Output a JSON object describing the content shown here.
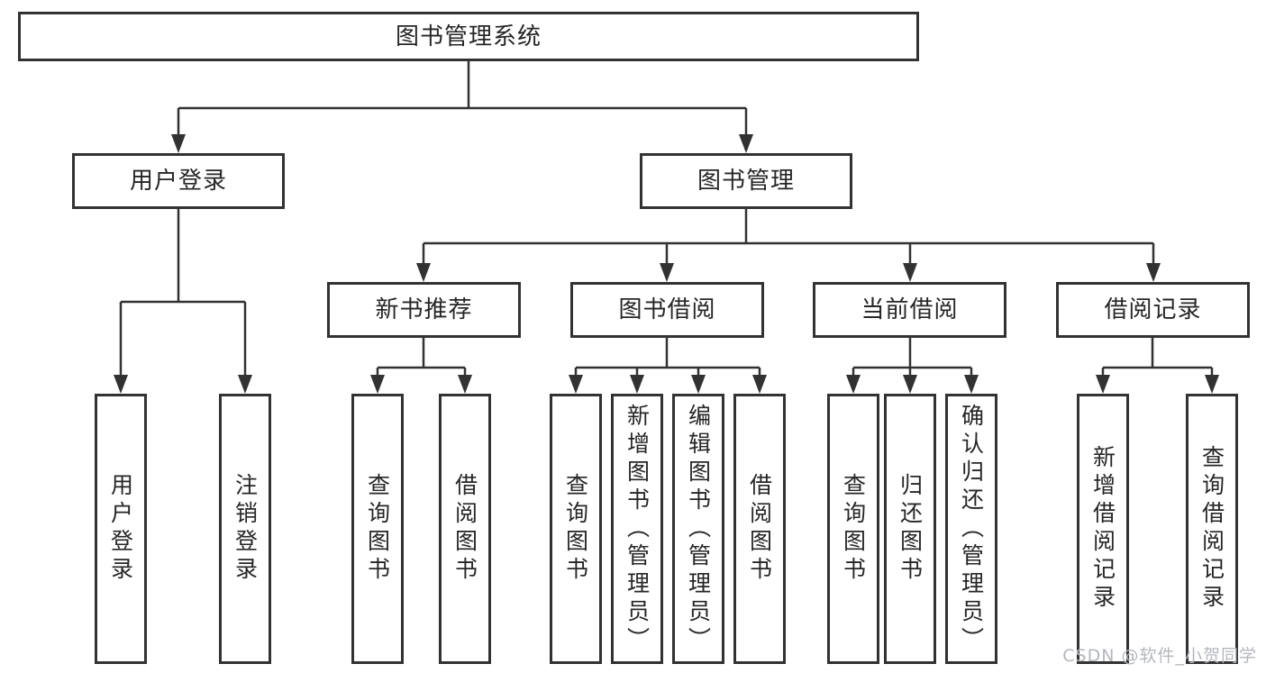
{
  "diagram": {
    "root_label": "图书管理系统",
    "branches": [
      {
        "label": "用户登录",
        "children": [
          "用户登录",
          "注销登录"
        ]
      },
      {
        "label": "图书管理",
        "sections": [
          {
            "label": "新书推荐",
            "children": [
              "查询图书",
              "借阅图书"
            ]
          },
          {
            "label": "图书借阅",
            "children": [
              "查询图书",
              "新增图书（管理员）",
              "编辑图书（管理员）",
              "借阅图书"
            ]
          },
          {
            "label": "当前借阅",
            "children": [
              "查询图书",
              "归还图书",
              "确认归还（管理员）"
            ]
          },
          {
            "label": "借阅记录",
            "children": [
              "新增借阅记录",
              "查询借阅记录"
            ]
          }
        ]
      }
    ]
  },
  "watermark": {
    "text": "CSDN @软件_小贺同学"
  },
  "colors": {
    "background": "#ffffff",
    "line": "#323232",
    "box_border": "#323232",
    "text": "#262626",
    "watermark_text": "#b3b7be"
  }
}
